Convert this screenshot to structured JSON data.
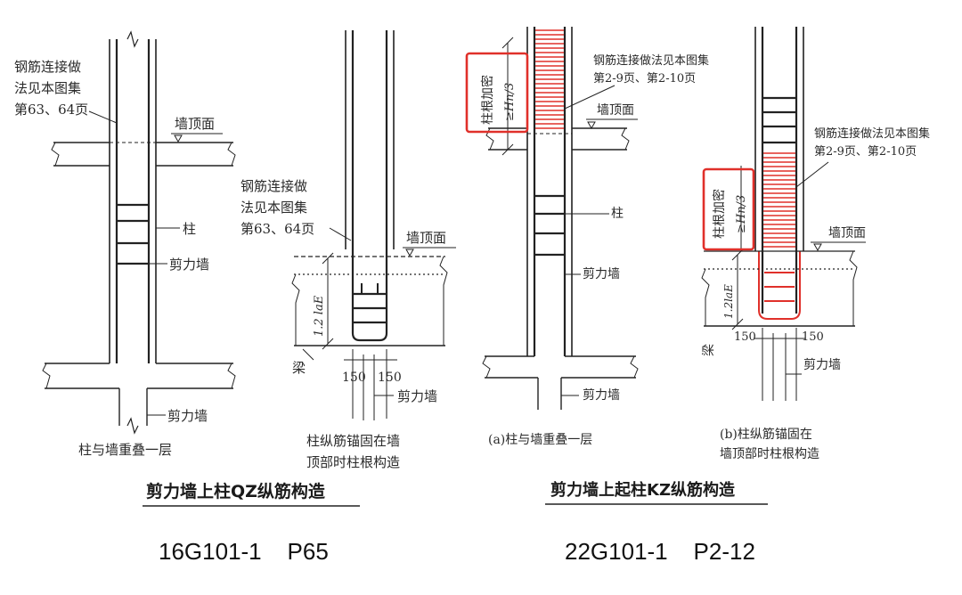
{
  "left_figure": {
    "caption": "剪力墙上柱QZ纵筋构造",
    "sub1": {
      "note_lines": [
        "钢筋连接做",
        "法见本图集",
        "第63、64页"
      ],
      "wall_top": "墙顶面",
      "column": "柱",
      "shear_wall_mid": "剪力墙",
      "shear_wall_bottom": "剪力墙",
      "caption": "柱与墙重叠一层"
    },
    "sub2": {
      "note_lines": [
        "钢筋连接做",
        "法见本图集",
        "第63、64页"
      ],
      "wall_top": "墙顶面",
      "anchor_len": "1.2 laE",
      "beam": "梁",
      "dim_left": "150",
      "dim_right": "150",
      "shear_wall": "剪力墙",
      "caption_lines": [
        "柱纵筋锚固在墙",
        "顶部时柱根构造"
      ]
    }
  },
  "right_figure": {
    "caption": "剪力墙上起柱KZ纵筋构造",
    "sub_a": {
      "root_box": [
        "柱根加密",
        "≥Hn/3"
      ],
      "note_lines": [
        "钢筋连接做法见本图集",
        "第2-9页、第2-10页"
      ],
      "wall_top": "墙顶面",
      "column": "柱",
      "shear_wall_mid": "剪力墙",
      "shear_wall_bottom": "剪力墙",
      "caption": "(a)柱与墙重叠一层"
    },
    "sub_b": {
      "root_box": [
        "柱根加密",
        "≥Hn/3"
      ],
      "note_lines": [
        "钢筋连接做法见本图集",
        "第2-9页、第2-10页"
      ],
      "wall_top": "墙顶面",
      "anchor_len": "1.2laE",
      "beam": "梁",
      "dim_left": "150",
      "dim_right": "150",
      "shear_wall": "剪力墙",
      "caption_lines": [
        "(b)柱纵筋锚固在",
        "墙顶部时柱根构造"
      ]
    }
  },
  "references": {
    "left": "16G101-1    P65",
    "right": "22G101-1    P2-12"
  },
  "colors": {
    "highlight": "#e0302a",
    "ink": "#222222"
  }
}
